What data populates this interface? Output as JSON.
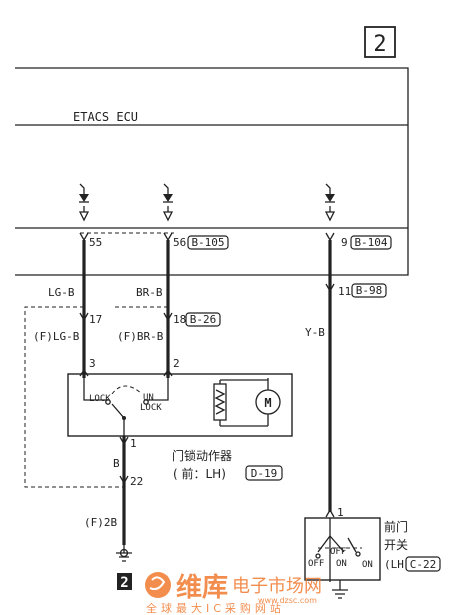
{
  "page_number": "2",
  "ecu": {
    "title": "ETACS ECU",
    "pins": [
      {
        "pin": "55"
      },
      {
        "pin": "56",
        "connector": "B-105"
      },
      {
        "pin": "9",
        "connector": "B-104"
      }
    ]
  },
  "wires": {
    "lgb": "LG-B",
    "brb": "BR-B",
    "f_lgb": "(F)LG-B",
    "f_brb": "(F)BR-B",
    "yb": "Y-B",
    "b": "B",
    "f_2b": "(F)2B"
  },
  "junction": {
    "pin_17": "17",
    "pin_18": "18",
    "connector_b26": "B-26",
    "pin_11": "11",
    "connector_b98": "B-98",
    "pin_22": "22"
  },
  "actuator": {
    "pin_3": "3",
    "pin_2": "2",
    "pin_1": "1",
    "lock_label": "LOCK",
    "unlock_line1": "UN",
    "unlock_line2": "LOCK",
    "name": "门锁动作器",
    "location": "( 前：LH)",
    "connector": "D-19"
  },
  "door_switch": {
    "pin_1": "1",
    "name_line1": "前门",
    "name_line2": "开关",
    "location": "(LH)",
    "connector": "C-22",
    "off_1": "OFF",
    "off_2": "OFF",
    "on_1": "ON",
    "on_2": "ON"
  },
  "ground_marker": "2",
  "watermark": {
    "brand": "维库",
    "site_name": "电子市场网",
    "url": "www.dzsc.com",
    "tagline": "全球最大IC采购网站"
  }
}
